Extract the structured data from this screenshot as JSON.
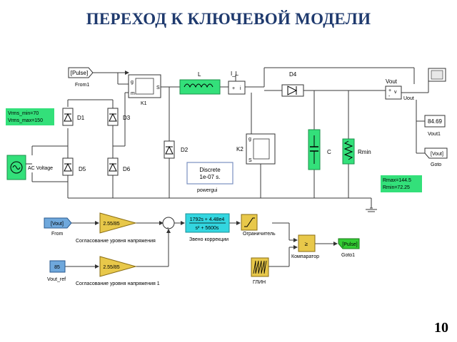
{
  "title": "ПЕРЕХОД К КЛЮЧЕВОЙ МОДЕЛИ",
  "page_number": "10",
  "pulse_from_tag": "[Pulse]",
  "from1_label": "From1",
  "k1_label": "K1",
  "k2_label": "K2",
  "l_label": "L",
  "il_label": "I_L",
  "d4_label": "D4",
  "vout_label": "Vout",
  "uout_label": "Uout",
  "display_value": "84.69",
  "vout1_label": "Vout1",
  "goto_tag": "[Vout]",
  "goto_label": "Goto",
  "vrms_note": [
    "Vrms_min=70",
    "Vrms_max=150"
  ],
  "ac_voltage_label": "AC Voltage",
  "d1_label": "D1",
  "d3_label": "D3",
  "d5_label": "D5",
  "d6_label": "D6",
  "d2_label": "D2",
  "c_label": "C",
  "rmin_label": "Rmin",
  "rload_note": [
    "Rmax=144.5",
    "Rmin=72.25"
  ],
  "powergui": {
    "line1": "Discrete",
    "line2": "1e-07 s.",
    "label": "powergui"
  },
  "from_tag": "[Vout]",
  "from_label": "From",
  "gain1_value": "2.55/85",
  "gain1_label": "Согласование уровня напряжения",
  "const_value": "85",
  "const_label": "Vout_ref",
  "gain2_value": "2.55/85",
  "gain2_label": "Согласование уровня напряжения 1",
  "sum_sign": "-",
  "tf_num": "1792s + 4.48e4",
  "tf_den": "s² + 5600s",
  "tf_label": "Звено коррекции",
  "sat_label": "Ограничитель",
  "comp_symbol": "≥",
  "comp_label": "Компаратор",
  "glin_label": "ГЛИН",
  "goto1_tag": "[Pulse]",
  "goto1_label": "Goto1",
  "colors": {
    "title": "#1f3a6e",
    "green_block": "#33e07a",
    "gain_yellow": "#e8c84a",
    "tag_blue": "#6fa8dc",
    "line": "#3a3a3a"
  }
}
